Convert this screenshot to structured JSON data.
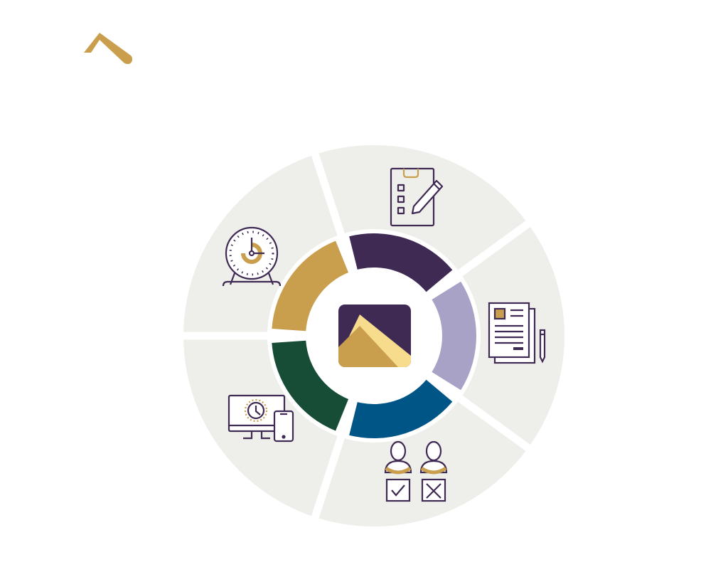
{
  "brand": {
    "logo_icon": "chevron-mark-icon",
    "color": "#c99f4e"
  },
  "colors": {
    "panel": "#eeeeea",
    "gap": "#ffffff",
    "ink": "#3f2a54",
    "gold": "#c99f4e",
    "light_gold": "#f6dc8c",
    "plum": "#3f2a54",
    "lavender": "#a8a3c6",
    "navy": "#005587",
    "forest": "#174d36"
  },
  "diagram": {
    "center_icon": "mountain-logo-icon",
    "segments": [
      {
        "name": "planning-checklist",
        "icon": "clipboard-checklist-icon",
        "ring_color": "#3f2a54"
      },
      {
        "name": "documents",
        "icon": "documents-pen-icon",
        "ring_color": "#a8a3c6"
      },
      {
        "name": "approval-decision",
        "icon": "people-approve-reject-icon",
        "ring_color": "#005587"
      },
      {
        "name": "multi-device",
        "icon": "devices-clock-icon",
        "ring_color": "#174d36"
      },
      {
        "name": "timing",
        "icon": "desk-clock-icon",
        "ring_color": "#c99f4e"
      }
    ]
  }
}
